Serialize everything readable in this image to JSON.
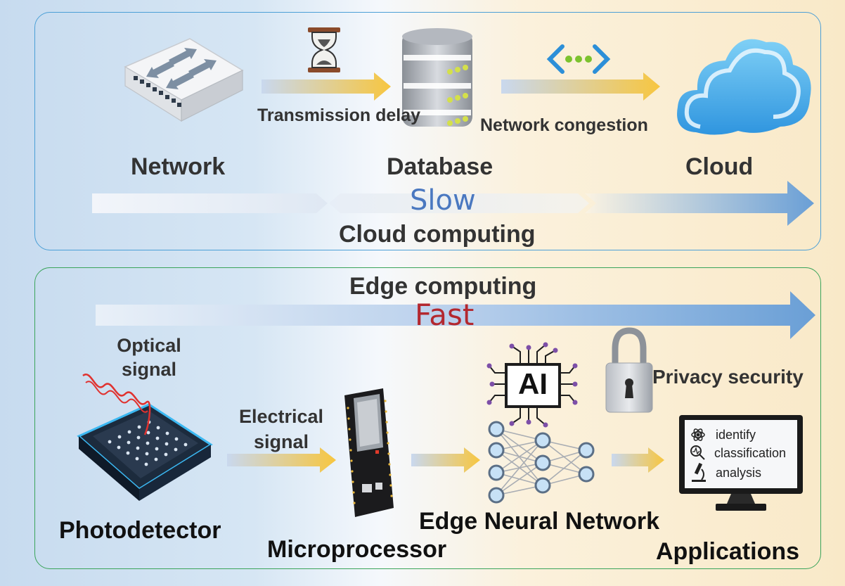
{
  "cloud_section": {
    "title": "Cloud computing",
    "speed": "Slow",
    "nodes": {
      "network": "Network",
      "database": "Database",
      "cloud": "Cloud"
    },
    "transmission_delay": "Transmission delay",
    "network_congestion": "Network congestion"
  },
  "edge_section": {
    "title": "Edge computing",
    "speed": "Fast",
    "optical_signal": "Optical signal",
    "electrical_signal": "Electrical signal",
    "photodetector": "Photodetector",
    "microprocessor": "Microprocessor",
    "edge_neural_network": "Edge Neural Network",
    "ai_chip": "AI",
    "privacy_security": "Privacy security",
    "applications": "Applications",
    "monitor_items": [
      "identify",
      "classification",
      "analysis"
    ]
  },
  "colors": {
    "slow": "#4a78c0",
    "fast": "#b3282f",
    "cloud_border": "#4b9fd6",
    "edge_border": "#3aa45a",
    "arrow_blue": "#6a9fd6",
    "arrow_yellow": "#f5c548"
  }
}
